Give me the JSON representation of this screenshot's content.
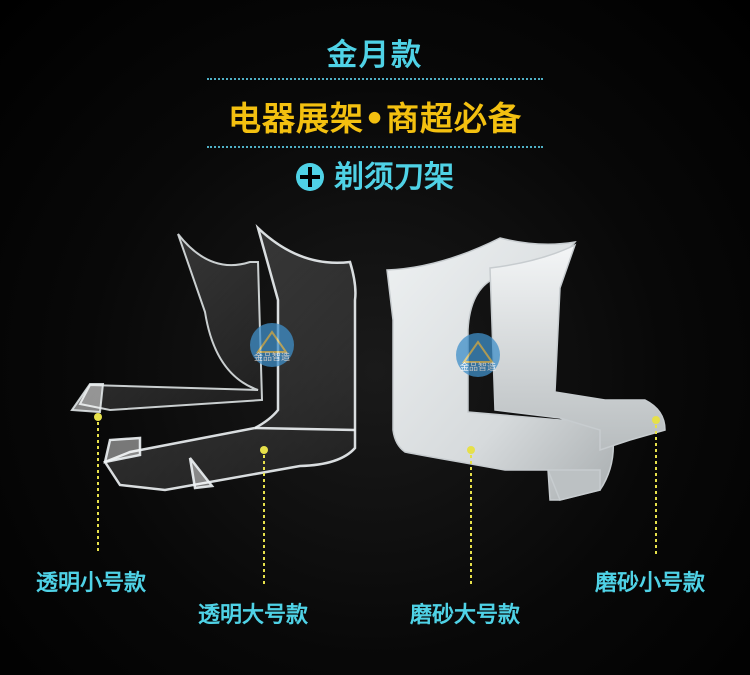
{
  "header": {
    "title": "金月款",
    "subtitle": "电器展架•商超必备",
    "product": "剃须刀架"
  },
  "watermark": {
    "text": "金品智造"
  },
  "labels": {
    "clear_small": "透明小号款",
    "clear_large": "透明大号款",
    "frosted_large": "磨砂大号款",
    "frosted_small": "磨砂小号款"
  },
  "colors": {
    "title": "#4fd2e6",
    "subtitle": "#f3c010",
    "callout": "#e6e04a",
    "background": "#000000"
  },
  "icons": {
    "product_bullet": "plus-circle-icon"
  }
}
